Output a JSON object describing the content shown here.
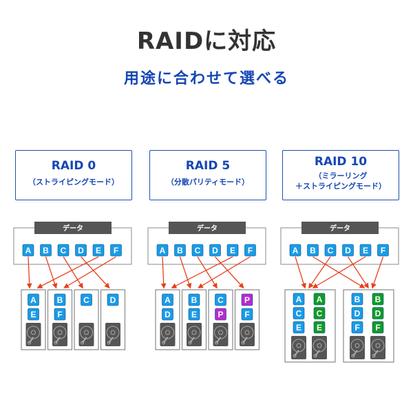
{
  "header": {
    "title": "RAIDに対応",
    "subtitle": "用途に合わせて選べる"
  },
  "colors": {
    "title": "#333333",
    "accent_blue": "#1646b4",
    "data_block": "#1a9be6",
    "parity_block": "#b52bd1",
    "mirror_block": "#119a2a",
    "arrow": "#e8401c",
    "data_bar": "#555555",
    "disk": "#555555"
  },
  "modes": [
    {
      "name": "RAID 0",
      "desc_lines": [
        "（ストライピングモード）"
      ],
      "data_label": "データ",
      "data_blocks": [
        "A",
        "B",
        "C",
        "D",
        "E",
        "F"
      ],
      "disks": [
        {
          "blocks": [
            {
              "label": "A",
              "type": "data"
            },
            {
              "label": "E",
              "type": "data"
            }
          ]
        },
        {
          "blocks": [
            {
              "label": "B",
              "type": "data"
            },
            {
              "label": "F",
              "type": "data"
            }
          ]
        },
        {
          "blocks": [
            {
              "label": "C",
              "type": "data"
            }
          ]
        },
        {
          "blocks": [
            {
              "label": "D",
              "type": "data"
            }
          ]
        }
      ],
      "arrows": [
        [
          0,
          0
        ],
        [
          1,
          1
        ],
        [
          2,
          2
        ],
        [
          3,
          3
        ],
        [
          4,
          0
        ],
        [
          5,
          1
        ]
      ]
    },
    {
      "name": "RAID 5",
      "desc_lines": [
        "（分散パリティモード）"
      ],
      "data_label": "データ",
      "data_blocks": [
        "A",
        "B",
        "C",
        "D",
        "E",
        "F"
      ],
      "disks": [
        {
          "blocks": [
            {
              "label": "A",
              "type": "data"
            },
            {
              "label": "D",
              "type": "data"
            }
          ]
        },
        {
          "blocks": [
            {
              "label": "B",
              "type": "data"
            },
            {
              "label": "E",
              "type": "data"
            }
          ]
        },
        {
          "blocks": [
            {
              "label": "C",
              "type": "data"
            },
            {
              "label": "P",
              "type": "parity"
            }
          ]
        },
        {
          "blocks": [
            {
              "label": "P",
              "type": "parity"
            },
            {
              "label": "F",
              "type": "data"
            }
          ]
        }
      ],
      "arrows": [
        [
          0,
          0
        ],
        [
          1,
          1
        ],
        [
          2,
          2
        ],
        [
          3,
          3
        ],
        [
          4,
          0
        ],
        [
          5,
          1
        ]
      ]
    },
    {
      "name": "RAID 10",
      "desc_lines": [
        "（ミラーリング",
        "＋ストライピングモード）"
      ],
      "data_label": "データ",
      "data_blocks": [
        "A",
        "B",
        "C",
        "D",
        "E",
        "F"
      ],
      "groups": [
        {
          "columns": [
            {
              "blocks": [
                {
                  "label": "A",
                  "type": "data"
                },
                {
                  "label": "C",
                  "type": "data"
                },
                {
                  "label": "E",
                  "type": "data"
                }
              ]
            },
            {
              "blocks": [
                {
                  "label": "A",
                  "type": "mirror"
                },
                {
                  "label": "C",
                  "type": "mirror"
                },
                {
                  "label": "E",
                  "type": "mirror"
                }
              ]
            }
          ]
        },
        {
          "columns": [
            {
              "blocks": [
                {
                  "label": "B",
                  "type": "data"
                },
                {
                  "label": "D",
                  "type": "data"
                },
                {
                  "label": "F",
                  "type": "data"
                }
              ]
            },
            {
              "blocks": [
                {
                  "label": "B",
                  "type": "mirror"
                },
                {
                  "label": "D",
                  "type": "mirror"
                },
                {
                  "label": "F",
                  "type": "mirror"
                }
              ]
            }
          ]
        }
      ],
      "arrows": [
        [
          0,
          0
        ],
        [
          2,
          0
        ],
        [
          4,
          0
        ],
        [
          1,
          1
        ],
        [
          3,
          1
        ],
        [
          5,
          1
        ]
      ]
    }
  ]
}
